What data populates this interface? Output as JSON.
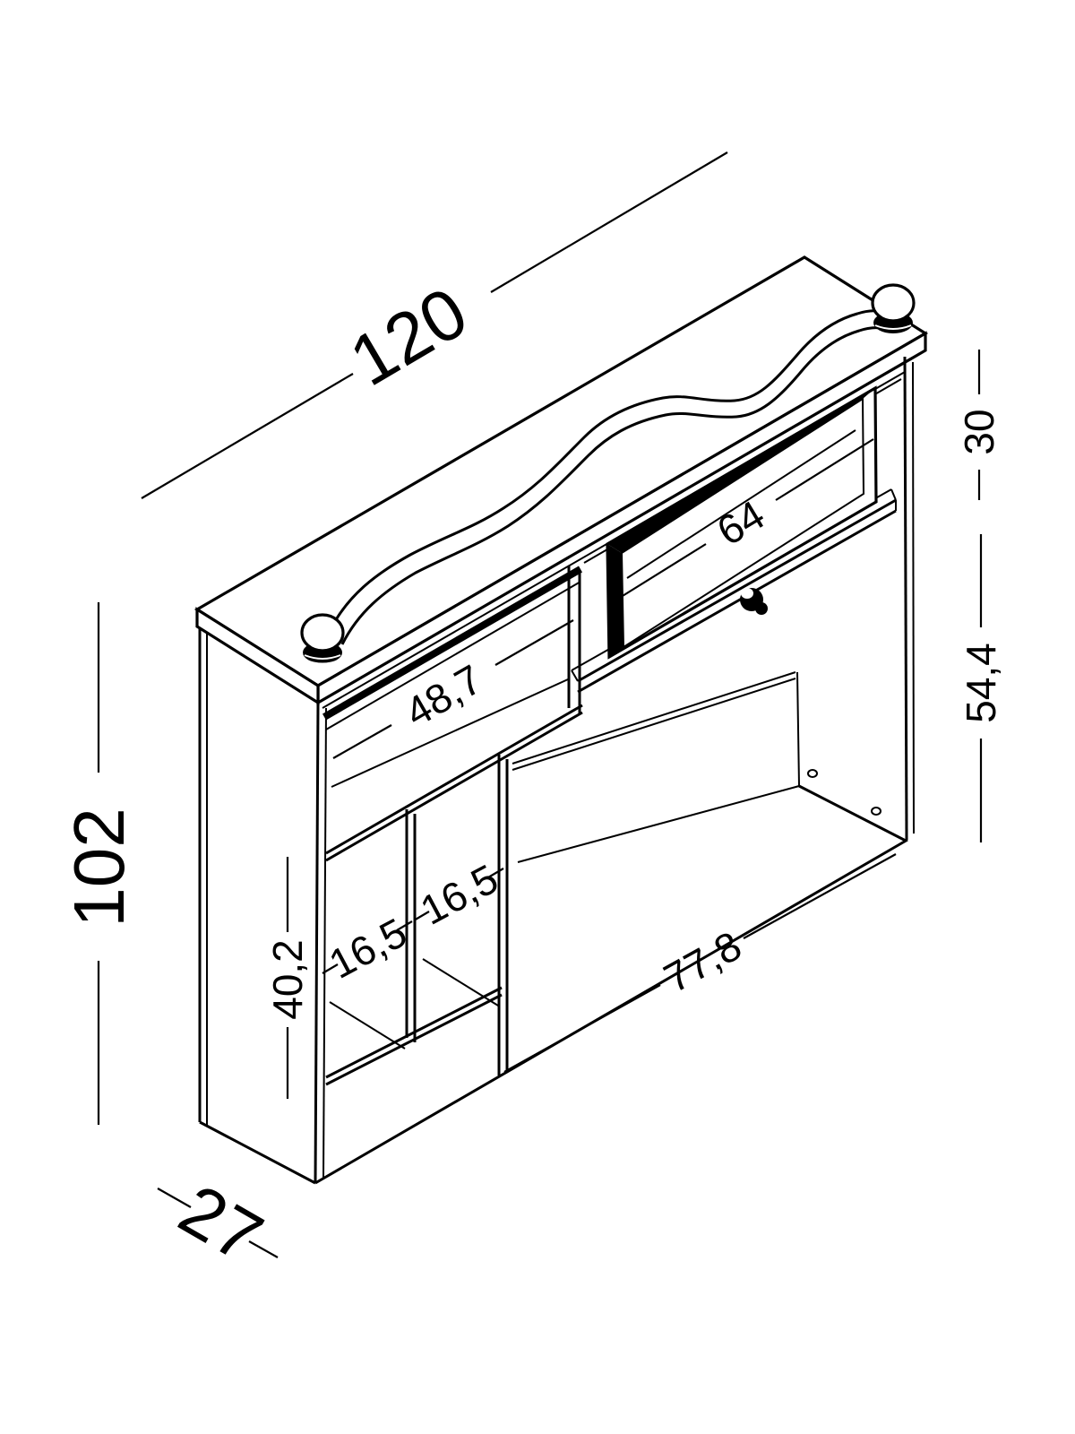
{
  "meta": {
    "title": "Furniture technical drawing",
    "view": "isometric line drawing",
    "background_color": "#ffffff",
    "line_color": "#000000"
  },
  "object": {
    "description": "Wall top-unit cabinet with curved pediment rail, two round finials, glass flap door, open shelf compartments and two cubbies"
  },
  "dims": {
    "w120": "120",
    "h102": "102",
    "d27": "27",
    "h30": "30",
    "h544": "54,4",
    "w64": "64",
    "w487": "48,7",
    "w165a": "16,5",
    "w165b": "16,5",
    "h402": "40,2",
    "w778": "77,8"
  }
}
